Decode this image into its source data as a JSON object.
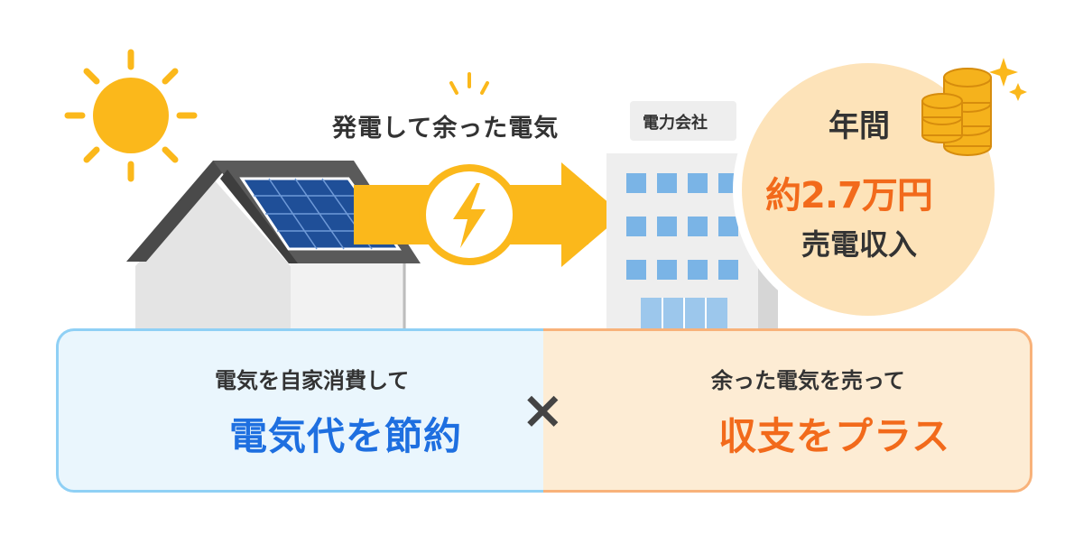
{
  "colors": {
    "sun": "#fbb81b",
    "arrow": "#fbb81b",
    "bubble": "#fde3b9",
    "accent_orange": "#f26a1b",
    "accent_blue": "#1e6fe0",
    "panel_blue_bg": "#eaf6fd",
    "panel_orange_bg": "#fdecd4"
  },
  "icons": [
    "sun-icon",
    "house-icon",
    "solar-panel-icon",
    "lightning-icon",
    "office-building-icon",
    "coin-stack-icon",
    "sparkle-icon",
    "light-bulb-icon",
    "money-bag-icon",
    "multiply-icon"
  ],
  "flow": {
    "surplus_label": "発電して余った電気",
    "company_sign": "電力会社"
  },
  "income_bubble": {
    "line1": "年間",
    "line2": "約2.7万円",
    "line3": "売電収入"
  },
  "benefits": {
    "left": {
      "small": "電気を自家消費して",
      "big": "電気代を節約"
    },
    "operator": "×",
    "right": {
      "small": "余った電気を売って",
      "big": "収支をプラス"
    }
  }
}
